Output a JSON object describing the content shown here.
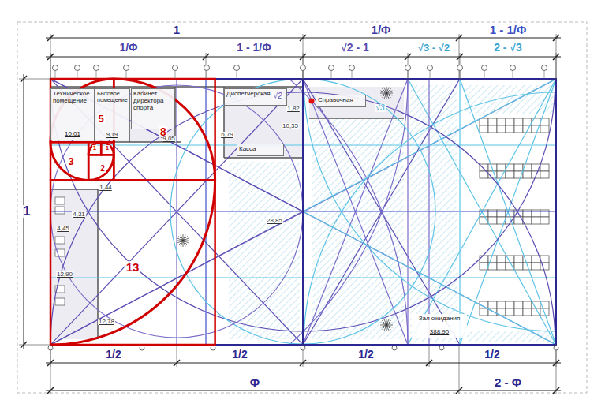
{
  "diagram": {
    "nodes": [
      {
        "text": [
          "Техническое помещение",
          "10,01"
        ]
      },
      {
        "text": [
          "Бытовое помещение",
          "9,19"
        ]
      },
      {
        "text": [
          "Кабинет директора спорта"
        ]
      },
      {
        "text": [
          "Диспетчерская"
        ]
      },
      {
        "text": [
          "Касса"
        ]
      },
      {
        "text": [
          "Справочная"
        ]
      },
      {
        "text": [
          "Зал ожидания",
          "388,90"
        ]
      }
    ],
    "labels": [
      "1",
      "1/Φ",
      "1 - 1/Φ",
      "1/Φ",
      "1 - 1/Φ",
      "√2 - 1",
      "√3 - √2",
      "2 - √3",
      "1",
      "1/2",
      "1/2",
      "1/2",
      "1/2",
      "Φ",
      "2 - Φ",
      "13",
      "8",
      "5",
      "3",
      "2",
      "1",
      "1",
      "√2",
      "√3",
      "1,82",
      "10,35",
      "9,05",
      "6,79",
      "1,44",
      "4,31",
      "4,45",
      "12,90",
      "12,78",
      "28,85"
    ]
  }
}
